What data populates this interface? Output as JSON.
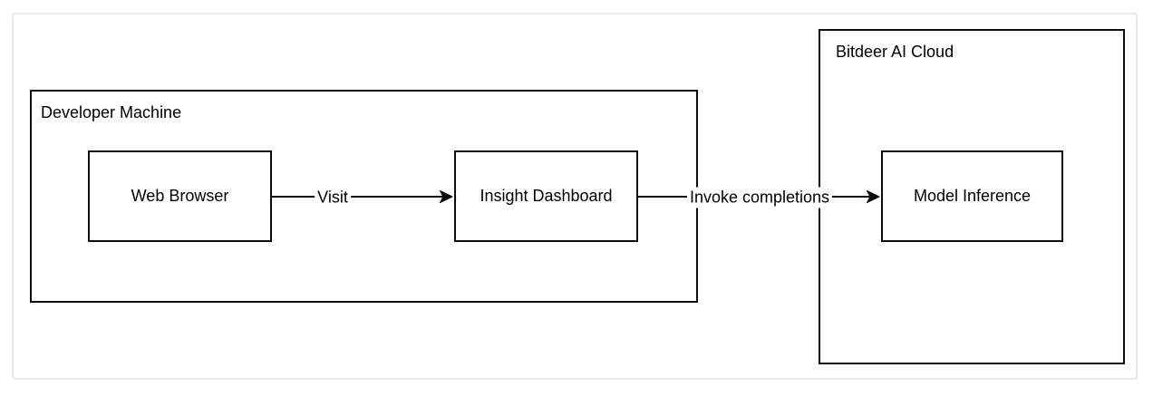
{
  "diagram": {
    "groups": [
      {
        "id": "developer-machine",
        "label": "Developer Machine"
      },
      {
        "id": "bitdeer-ai-cloud",
        "label": "Bitdeer AI Cloud"
      }
    ],
    "nodes": [
      {
        "id": "web-browser",
        "label": "Web Browser",
        "parent": "developer-machine"
      },
      {
        "id": "insight-dashboard",
        "label": "Insight Dashboard",
        "parent": "developer-machine"
      },
      {
        "id": "model-inference",
        "label": "Model Inference",
        "parent": "bitdeer-ai-cloud"
      }
    ],
    "edges": [
      {
        "from": "web-browser",
        "to": "insight-dashboard",
        "label": "Visit"
      },
      {
        "from": "insight-dashboard",
        "to": "model-inference",
        "label": "Invoke completions"
      }
    ],
    "colors": {
      "stroke": "#0d0d0d",
      "panel_border": "#ebebeb",
      "background": "#ffffff",
      "text": "#000000"
    }
  }
}
